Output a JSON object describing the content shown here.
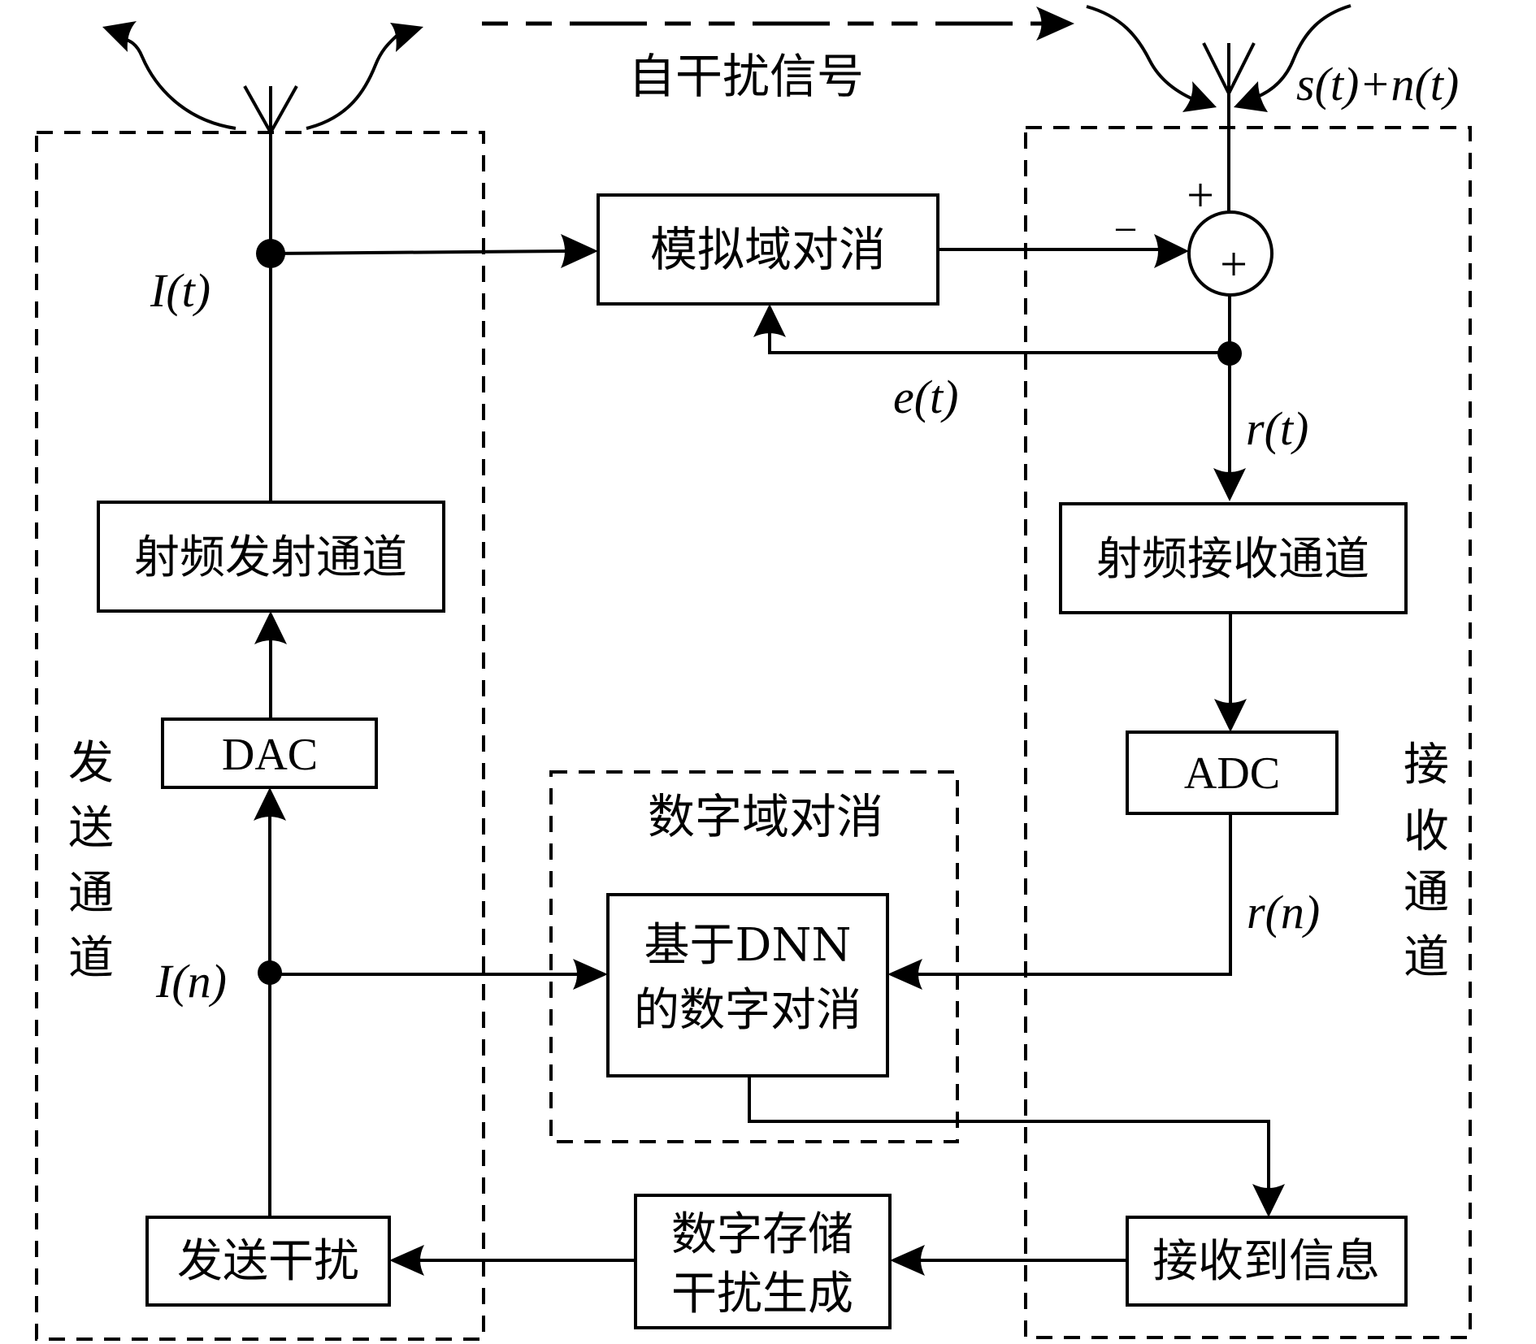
{
  "diagram": {
    "self_interference_label": "自干扰信号",
    "tx_channel_label": [
      "发",
      "送",
      "通",
      "道"
    ],
    "rx_channel_label": [
      "接",
      "收",
      "通",
      "道"
    ],
    "digital_domain_label": "数字域对消",
    "blocks": {
      "analog_cancel": "模拟域对消",
      "rf_tx": "射频发射通道",
      "dac": "DAC",
      "rf_rx": "射频接收通道",
      "adc": "ADC",
      "dnn_line1": "基于DNN",
      "dnn_line2": "的数字对消",
      "tx_interference": "发送干扰",
      "storage_line1": "数字存储",
      "storage_line2": "干扰生成",
      "received_info": "接收到信息"
    },
    "signals": {
      "I_t": "I(t)",
      "I_n": "I(n)",
      "e_t": "e(t)",
      "r_t": "r(t)",
      "r_n": "r(n)",
      "s_plus_n": "s(t)+n(t)"
    },
    "summing_junction": {
      "top_sign": "+",
      "left_sign": "−",
      "inner_sign": "+"
    }
  }
}
